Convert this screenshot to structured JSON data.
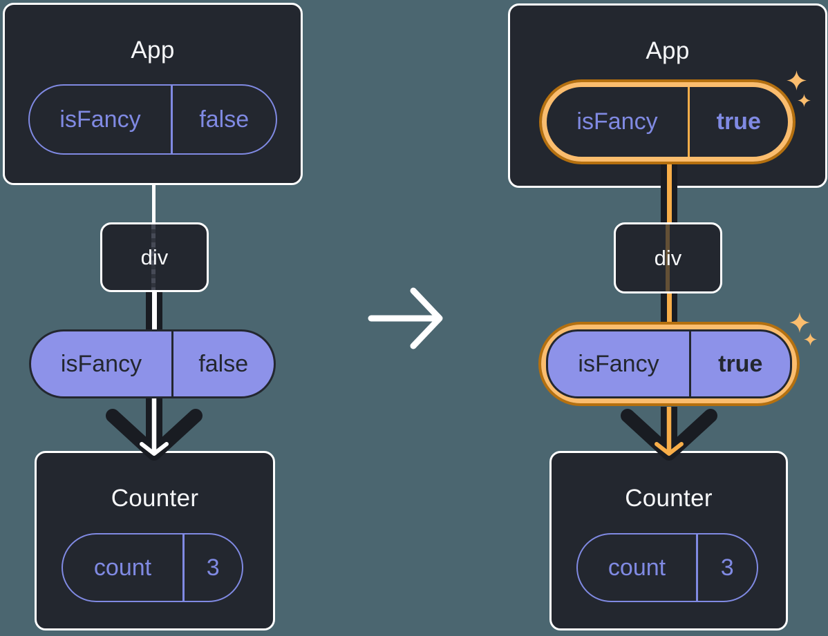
{
  "colors": {
    "background": "#4B6670",
    "box_background": "#23272F",
    "box_border": "#FFFFFF",
    "purple_outline": "#808AE3",
    "pill_fill": "#8D92E9",
    "dark_text": "#23272F",
    "connector_dark": "#191C22",
    "connector_light": "#FFFFFF",
    "highlight_core": "#F8AE49",
    "highlight_ring_outer": "#B5700F",
    "highlight_ring_inner": "#FBBD6E",
    "sparkle": "#FBBD6E"
  },
  "before": {
    "app": {
      "title": "App",
      "state": {
        "name": "isFancy",
        "value": "false"
      }
    },
    "container": {
      "label": "div"
    },
    "prop": {
      "name": "isFancy",
      "value": "false"
    },
    "counter": {
      "title": "Counter",
      "state": {
        "name": "count",
        "value": "3"
      }
    }
  },
  "after": {
    "app": {
      "title": "App",
      "state": {
        "name": "isFancy",
        "value": "true"
      }
    },
    "container": {
      "label": "div"
    },
    "prop": {
      "name": "isFancy",
      "value": "true"
    },
    "counter": {
      "title": "Counter",
      "state": {
        "name": "count",
        "value": "3"
      }
    }
  },
  "icons": {
    "transition": "arrow-right-icon",
    "highlight": "sparkle-icon"
  }
}
